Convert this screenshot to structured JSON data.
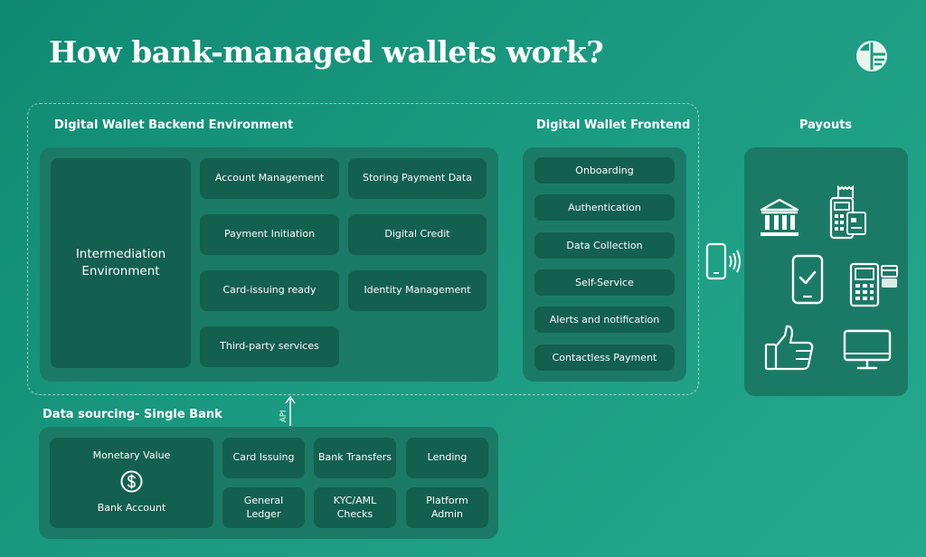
{
  "title": "How bank-managed wallets work?",
  "icons": [
    "logo-icon",
    "phone-contactless-icon",
    "bank-building-icon",
    "pos-terminal-icon",
    "phone-check-icon",
    "card-terminal-icon",
    "thumbs-up-icon",
    "desktop-monitor-icon",
    "dollar-coin-icon"
  ],
  "backend": {
    "label": "Digital Wallet Backend Environment",
    "intermediation": "Intermediation Environment",
    "cards": [
      "Account Management",
      "Storing Payment Data",
      "Payment Initiation",
      "Digital Credit",
      "Card-issuing ready",
      "Identity Management",
      "Third-party services"
    ]
  },
  "frontend": {
    "label": "Digital Wallet Frontend",
    "items": [
      "Onboarding",
      "Authentication",
      "Data Collection",
      "Self-Service",
      "Alerts and notification",
      "Contactless Payment"
    ]
  },
  "payouts": {
    "label": "Payouts"
  },
  "api_label": "API",
  "data_sourcing": {
    "label": "Data sourcing- Single Bank",
    "monetary_value": "Monetary Value",
    "bank_account": "Bank Account",
    "cards": [
      "Card Issuing",
      "Bank Transfers",
      "Lending",
      "General Ledger",
      "KYC/AML Checks",
      "Platform Admin"
    ]
  }
}
